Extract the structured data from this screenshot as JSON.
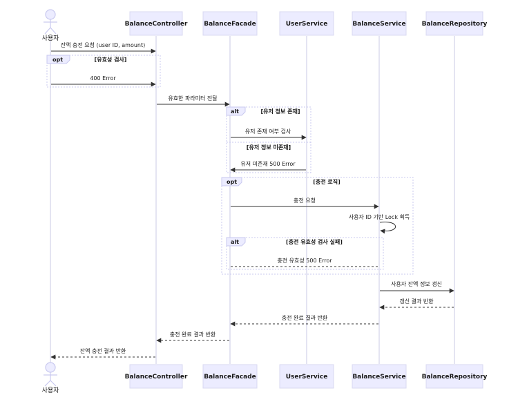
{
  "participants": [
    {
      "id": "user",
      "label": "사용자",
      "kind": "person"
    },
    {
      "id": "controller",
      "label": "BalanceController",
      "kind": "box"
    },
    {
      "id": "facade",
      "label": "BalanceFacade",
      "kind": "box"
    },
    {
      "id": "userservice",
      "label": "UserService",
      "kind": "box"
    },
    {
      "id": "balanceservice",
      "label": "BalanceService",
      "kind": "box"
    },
    {
      "id": "repository",
      "label": "BalanceRepository",
      "kind": "box"
    }
  ],
  "messages": {
    "m1": "잔액 충전 요청 (user ID, amount)",
    "m2": "400 Error",
    "m3": "유효한 파라미터 전달",
    "m4": "유저 존재 여부 검사",
    "m5": "유저 미존재 500 Error",
    "m6": "충전 요청",
    "m7": "사용자 ID 기반 Lock 획득",
    "m8": "충전 유효성 500 Error",
    "m9": "사용자 잔액 정보 갱신",
    "m10": "갱신 결과 반환",
    "m11": "충전 완료 결과 반환",
    "m12": "충전 완료 결과 반환",
    "m13": "잔액 충전 결과 반환"
  },
  "fragments": {
    "f1": {
      "keyword": "opt",
      "condition": "[유효성 검사]"
    },
    "f2": {
      "keyword": "alt",
      "condition": "[유저 정보 존재]",
      "else_condition": "[유저 정보 미존재]"
    },
    "f3": {
      "keyword": "opt",
      "condition": "[충전 로직]"
    },
    "f4": {
      "keyword": "alt",
      "condition": "[충전 유효성 검사 실패]"
    }
  },
  "colors": {
    "actor_fill": "#ececff",
    "line": "#333333",
    "frame": "#c9c9ef"
  }
}
